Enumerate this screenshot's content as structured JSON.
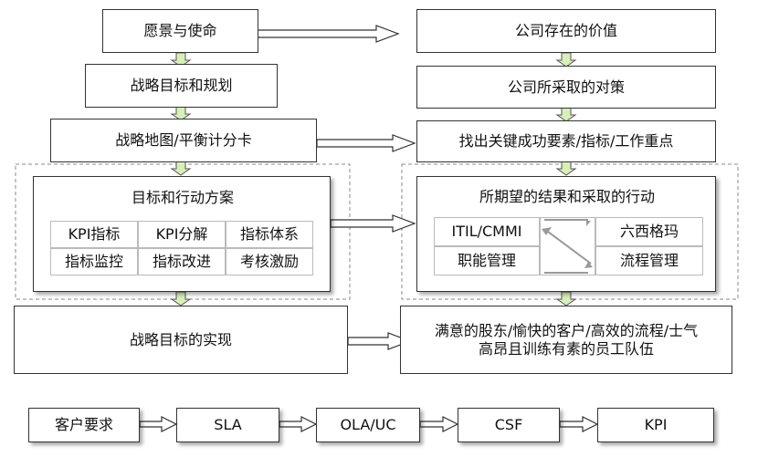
{
  "left_column": {
    "vision": "愿景与使命",
    "strategic_goals_planning": "战略目标和规划",
    "strategy_map": "战略地图/平衡计分卡",
    "action_plan_title": "目标和行动方案",
    "action_plan_cells": [
      "KPI指标",
      "KPI分解",
      "指标体系",
      "指标监控",
      "指标改进",
      "考核激励"
    ],
    "strategy_achievement": "战略目标的实现"
  },
  "right_column": {
    "company_value": "公司存在的价值",
    "company_strategy": "公司所采取的对策",
    "key_success_factors": "找出关键成功要素/指标/工作重点",
    "expected_results_title": "所期望的结果和采取的行动",
    "method_itil": "ITIL/CMMI",
    "method_functional": "职能管理",
    "method_six_sigma": "六西格玛",
    "method_process": "流程管理",
    "outcome_line1": "满意的股东/愉快的客户/高效的流程/士气",
    "outcome_line2": "高昂且训练有素的员工队伍"
  },
  "bottom_chain": {
    "items": [
      "客户要求",
      "SLA",
      "OLA/UC",
      "CSF",
      "KPI"
    ]
  },
  "colors": {
    "arrow_fill": "#d8efb8",
    "arrow_stroke": "#555555",
    "border": "#333333",
    "dashed_border": "#888888"
  }
}
